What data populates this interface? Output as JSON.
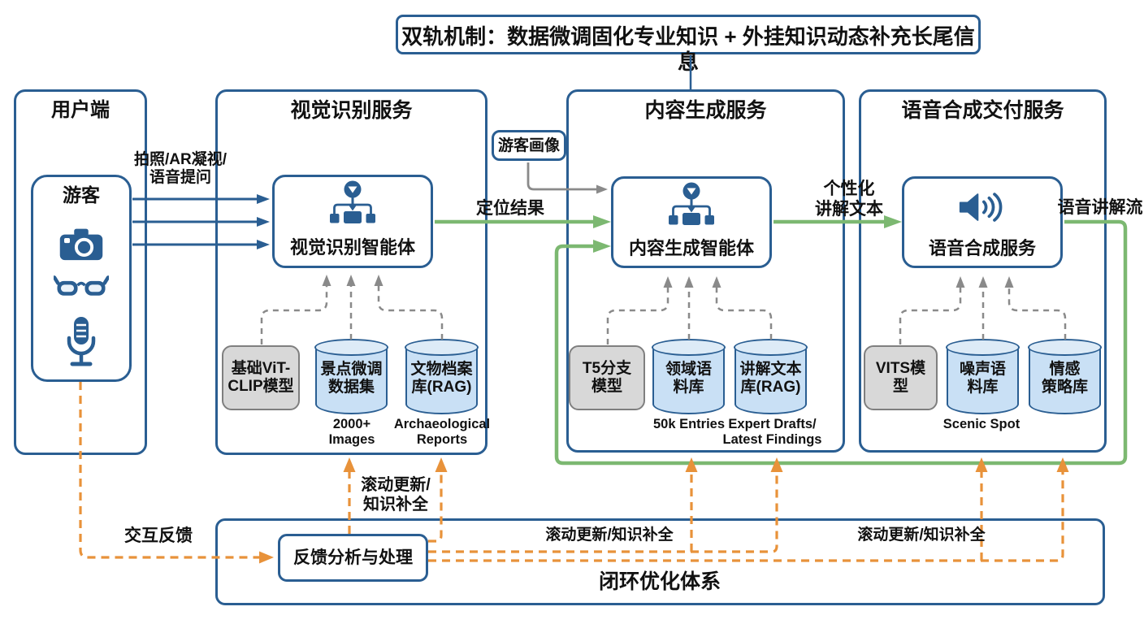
{
  "banner": {
    "text": "双轨机制：数据微调固化专业知识 + 外挂知识动态补充长尾信息"
  },
  "user_panel": {
    "title": "用户端",
    "tourist_title": "游客",
    "icons": [
      "camera-icon",
      "ar-glasses-icon",
      "microphone-icon"
    ]
  },
  "flows": {
    "capture_lines": [
      "拍照/AR凝视/",
      "语音提问"
    ],
    "localization": "定位结果",
    "profile_box": "游客画像",
    "personalized_lines": [
      "个性化",
      "讲解文本"
    ],
    "audio_stream": "语音讲解流"
  },
  "services": {
    "visual": {
      "title": "视觉识别服务",
      "agent_label": "视觉识别智能体",
      "agent_icon": "agent-icon",
      "model": {
        "lines": [
          "基础ViT-",
          "CLIP模型"
        ]
      },
      "db1": {
        "lines": [
          "景点微调",
          "数据集"
        ],
        "caption_lines": [
          "2000+",
          "Images"
        ]
      },
      "db2": {
        "lines": [
          "文物档案",
          "库(RAG)"
        ],
        "caption_lines": [
          "Archaeological",
          "Reports"
        ]
      }
    },
    "content": {
      "title": "内容生成服务",
      "agent_label": "内容生成智能体",
      "agent_icon": "agent-icon",
      "model": {
        "lines": [
          "T5分支",
          "模型"
        ]
      },
      "db1": {
        "lines": [
          "领域语",
          "料库"
        ],
        "caption": "50k Entries"
      },
      "db2": {
        "lines": [
          "讲解文本",
          "库(RAG)"
        ],
        "caption_lines": [
          "Expert Drafts/",
          "Latest Findings"
        ]
      }
    },
    "speech": {
      "title": "语音合成交付服务",
      "agent_label": "语音合成服务",
      "agent_icon": "speaker-icon",
      "model": {
        "lines": [
          "VITS模",
          "型"
        ]
      },
      "db1": {
        "lines": [
          "噪声语",
          "料库"
        ]
      },
      "db2": {
        "lines": [
          "情感",
          "策略库"
        ]
      },
      "group_caption": "Scenic Spot"
    }
  },
  "feedback": {
    "interaction_label": "交互反馈",
    "box_label": "反馈分析与处理",
    "loop_label": "闭环优化体系",
    "update_left_lines": [
      "滚动更新/",
      "知识补全"
    ],
    "update_mid": "滚动更新/知识补全",
    "update_right": "滚动更新/知识补全"
  },
  "colors": {
    "primary_blue": "#2a5e92",
    "green": "#7cb871",
    "orange": "#e8923a",
    "gray": "#8a8a8a",
    "cylinder_fill": "#c9e0f5",
    "model_fill": "#d8d8d8"
  }
}
